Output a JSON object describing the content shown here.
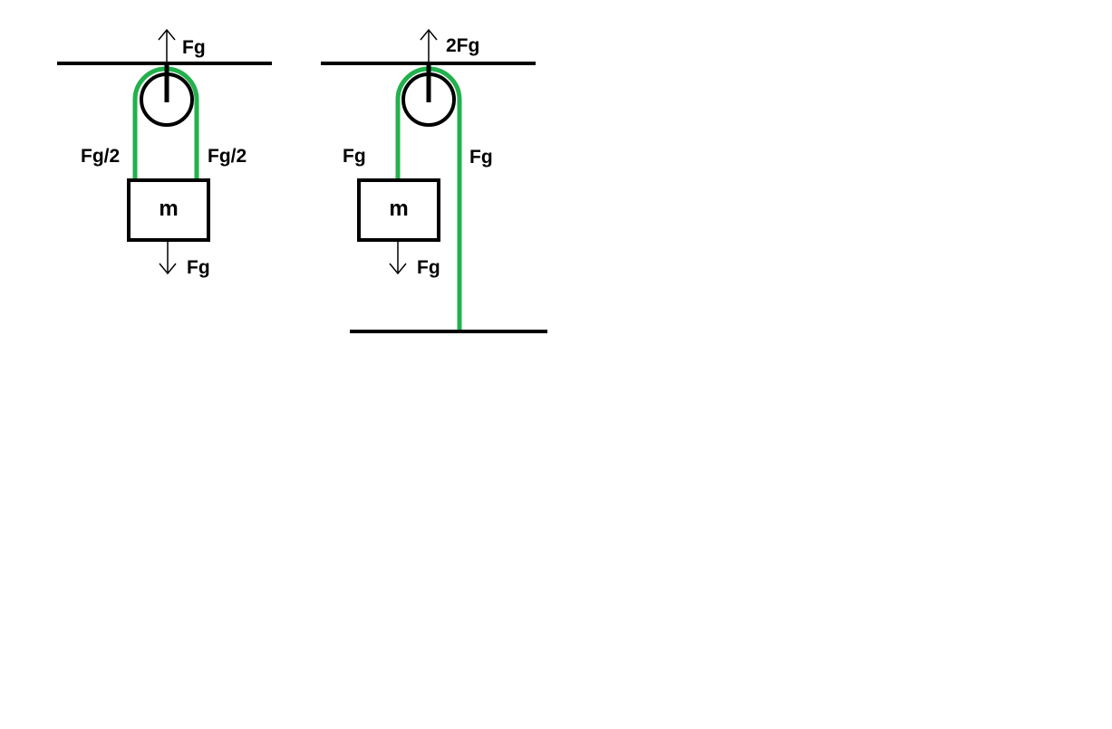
{
  "colors": {
    "background": "#ffffff",
    "ink": "#000000",
    "rope": "#22b14c"
  },
  "diagram_left": {
    "ceiling_force_label": "Fg",
    "rope_left_label": "Fg/2",
    "rope_right_label": "Fg/2",
    "mass_label": "m",
    "weight_label": "Fg"
  },
  "diagram_right": {
    "ceiling_force_label": "2Fg",
    "rope_left_label": "Fg",
    "rope_right_label": "Fg",
    "mass_label": "m",
    "weight_label": "Fg"
  }
}
